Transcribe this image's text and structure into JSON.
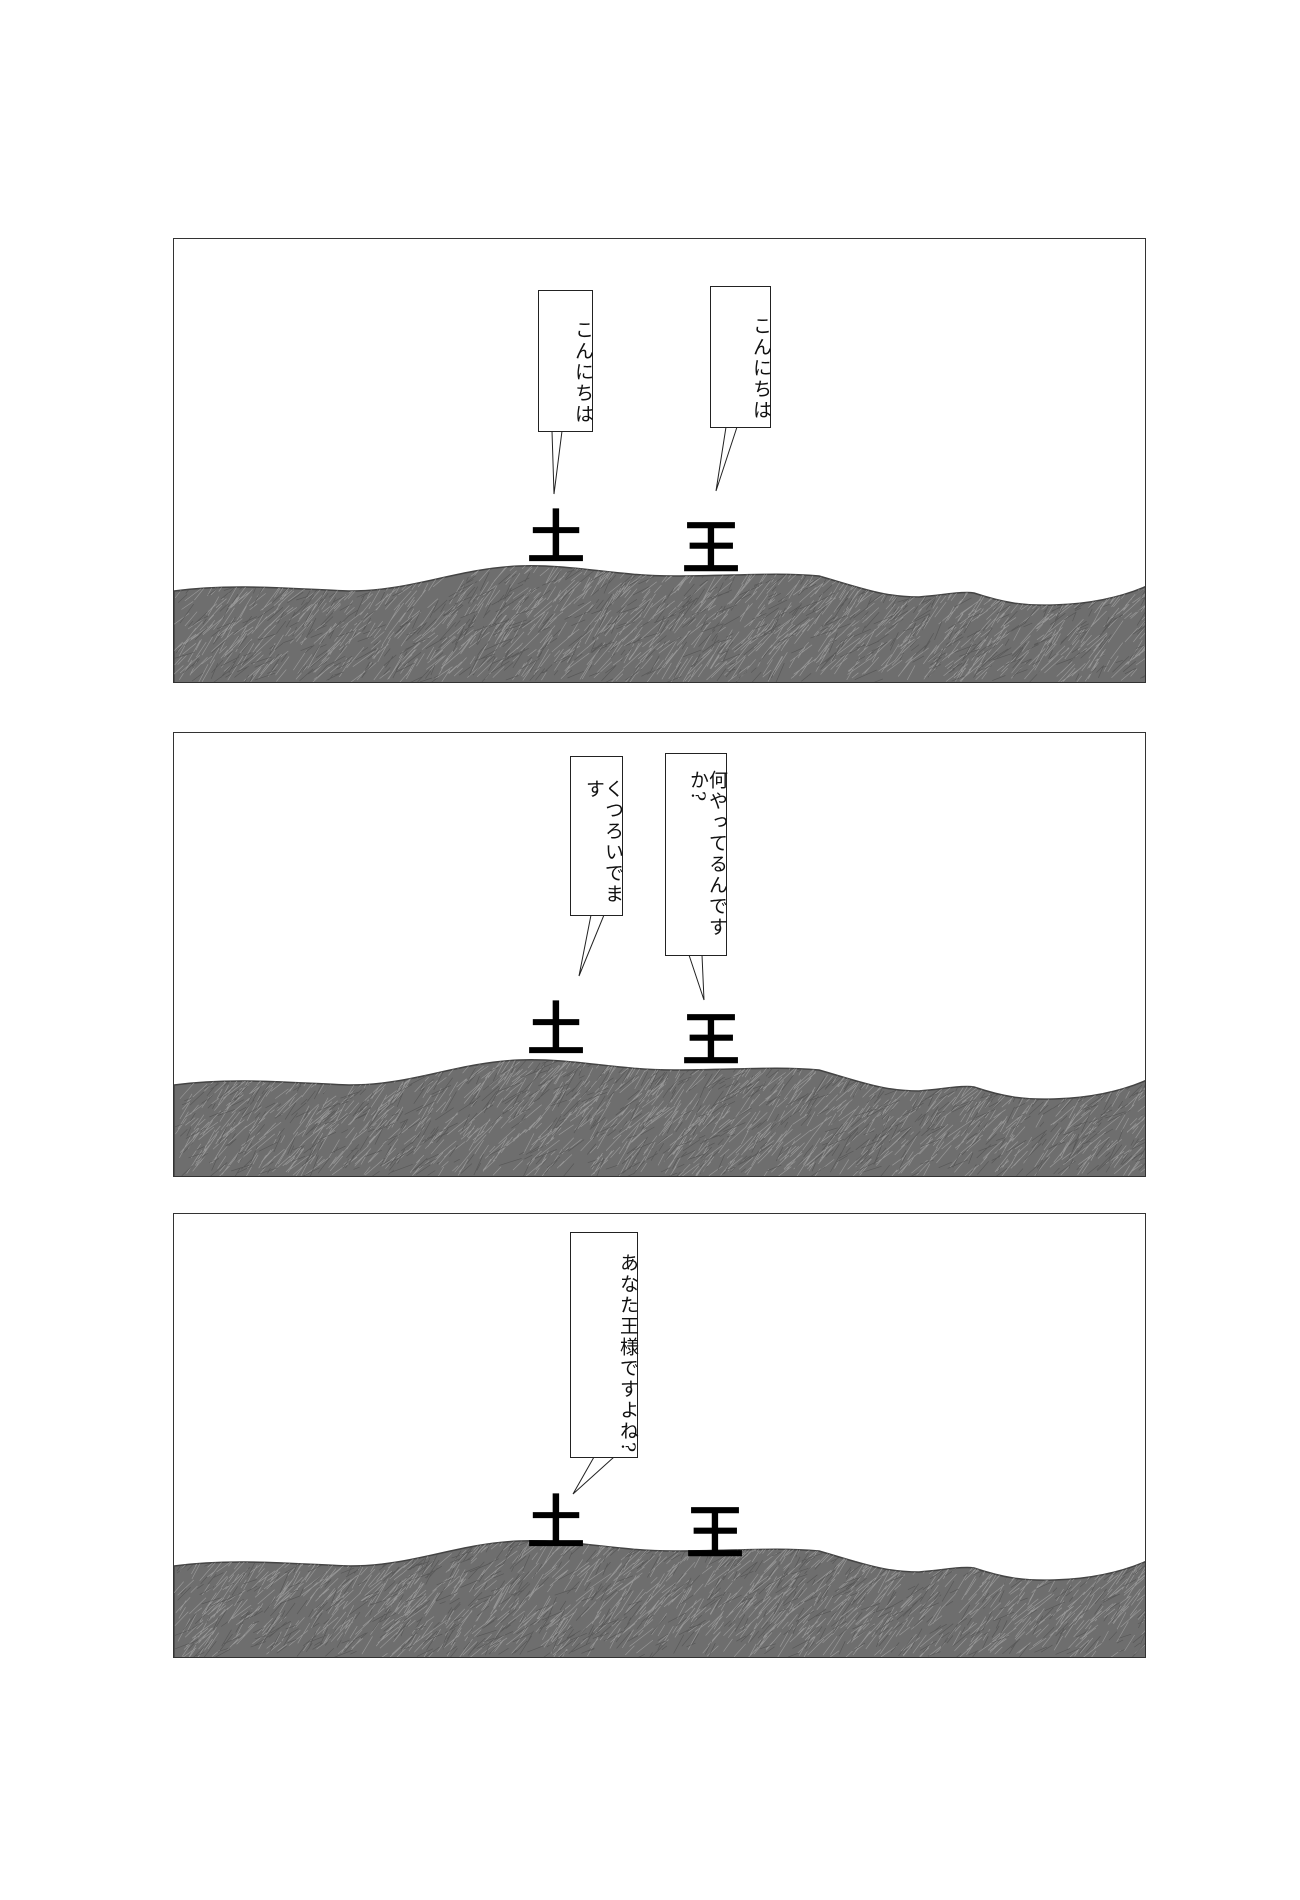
{
  "colors": {
    "ground": "#6e6e6e",
    "ground_stroke": "#a8a8a8",
    "border": "#333333"
  },
  "characters": {
    "tsuchi": "土",
    "ou": "王"
  },
  "panels": [
    {
      "bubbles": [
        {
          "speaker": "土",
          "text": "こんにちは"
        },
        {
          "speaker": "王",
          "text": "こんにちは"
        }
      ]
    },
    {
      "bubbles": [
        {
          "speaker": "土",
          "text": "くつろいでます"
        },
        {
          "speaker": "王",
          "text": "何やってるんですか?"
        }
      ]
    },
    {
      "bubbles": [
        {
          "speaker": "土",
          "text": "あなた王様ですよね?"
        }
      ]
    }
  ]
}
